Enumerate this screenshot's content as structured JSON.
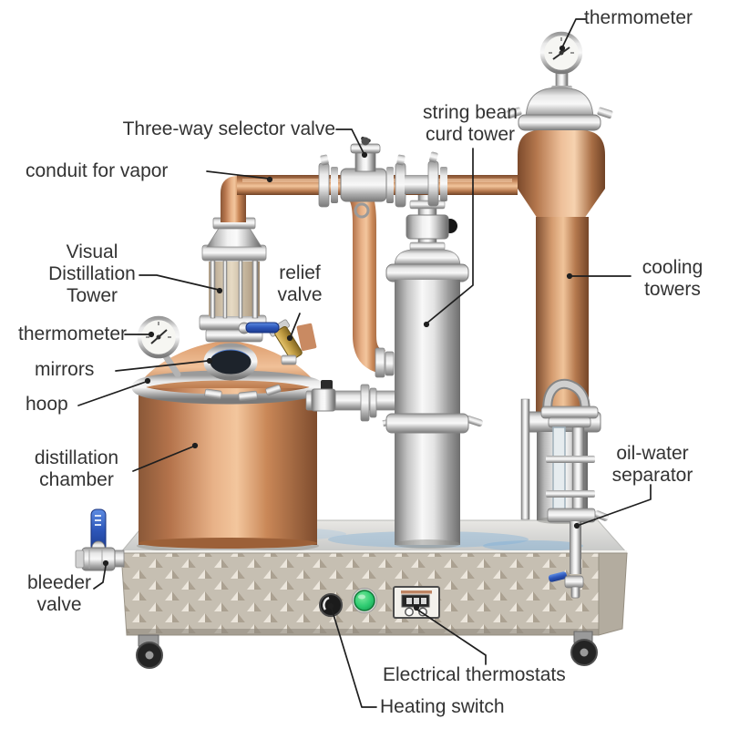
{
  "figure": {
    "type": "annotated-equipment-diagram",
    "subject": "copper distillation machine",
    "labels": {
      "thermometer_top": "thermometer",
      "three_way_selector_valve": "Three-way selector valve",
      "conduit_for_vapor": "conduit for vapor",
      "string_bean_curd_tower": "string bean curd tower",
      "visual_distillation_tower": "Visual Distillation Tower",
      "relief_valve": "relief valve",
      "thermometer_left": "thermometer",
      "mirrors": "mirrors",
      "hoop": "hoop",
      "distillation_chamber": "distillation chamber",
      "cooling_towers": "cooling towers",
      "oil_water_separator": "oil-water separator",
      "bleeder_valve": "bleeder valve",
      "electrical_thermostats": "Electrical thermostats",
      "heating_switch": "Heating switch"
    },
    "colors": {
      "copper": "#c98a62",
      "copper_highlight": "#f2c59c",
      "copper_shadow": "#7d4b2d",
      "stainless": "#d9d9d9",
      "base_plate": "#c6bfb2",
      "label_text": "#333333",
      "leader_line": "#1f1f1f",
      "green_button": "#2ecc71",
      "blue_handle": "#2c55b8",
      "brass_valve": "#b8923a",
      "sky_reflection": "#8fb8d8"
    }
  }
}
